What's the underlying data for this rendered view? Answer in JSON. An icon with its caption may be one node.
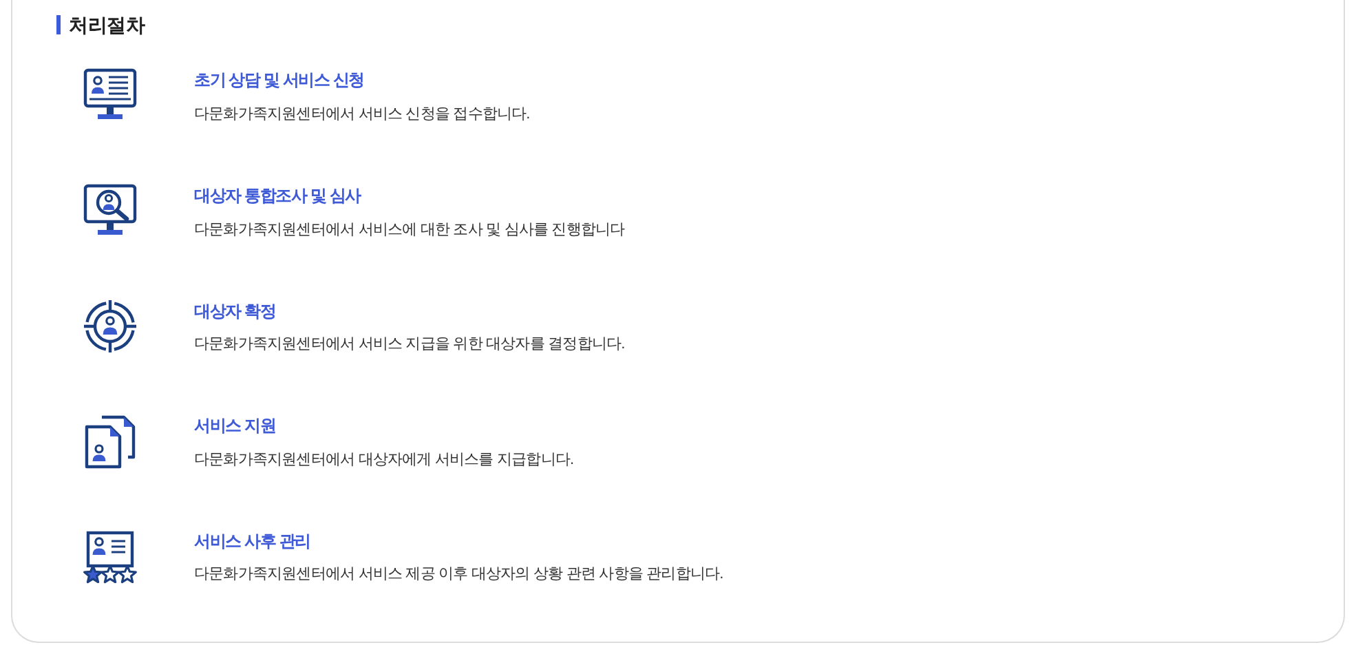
{
  "diagram": {
    "title": "처리절차",
    "labels": [
      "초기 상담 및 서비스 신청",
      "다문화가족지원센터에서 서비스 신청을 접수합니다.",
      "대상자 통합조사 및 심사",
      "다문화가족지원센터에서 서비스에 대한 조사 및 심사를 진행합니다",
      "대상자 확정",
      "다문화가족지원센터에서 서비스 지급을 위한 대상자를 결정합니다.",
      "서비스 지원",
      "다문화가족지원센터에서 대상자에게 서비스를 지급합니다.",
      "서비스 사후 관리",
      "다문화가족지원센터에서 서비스 제공 이후 대상자의 상황 관련 사항을 관리합니다."
    ]
  }
}
